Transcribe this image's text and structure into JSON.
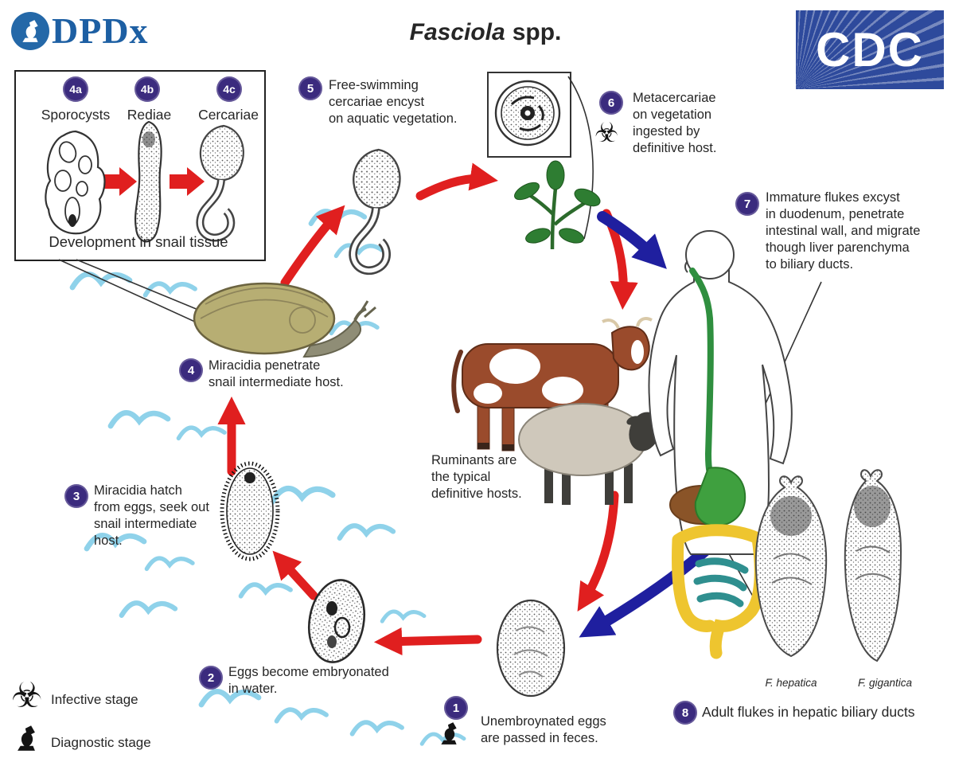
{
  "header": {
    "logo_dpdx": "DPDx",
    "title_species": "Fasciola",
    "title_suffix": "spp.",
    "logo_cdc": "CDC"
  },
  "inset": {
    "stages": [
      {
        "badge": "4a",
        "label": "Sporocysts"
      },
      {
        "badge": "4b",
        "label": "Rediae"
      },
      {
        "badge": "4c",
        "label": "Cercariae"
      }
    ],
    "caption": "Development in snail tissue"
  },
  "steps": [
    {
      "num": "1",
      "text": "Unembroynated eggs\nare passed in feces."
    },
    {
      "num": "2",
      "text": "Eggs become embryonated\nin water."
    },
    {
      "num": "3",
      "text": "Miracidia hatch\nfrom eggs, seek out\nsnail intermediate\nhost."
    },
    {
      "num": "4",
      "text": "Miracidia penetrate\nsnail intermediate host."
    },
    {
      "num": "5",
      "text": "Free-swimming\ncercariae encyst\non aquatic vegetation."
    },
    {
      "num": "6",
      "text": "Metacercariae\non vegetation\ningested by\ndefinitive host."
    },
    {
      "num": "7",
      "text": "Immature flukes excyst\nin duodenum, penetrate\nintestinal wall, and migrate\nthough liver parenchyma\nto biliary ducts."
    },
    {
      "num": "8",
      "text": "Adult flukes in hepatic biliary ducts"
    }
  ],
  "notes": {
    "ruminants": "Ruminants are\nthe typical\ndefinitive hosts.",
    "fluke_left": "F. hepatica",
    "fluke_right": "F. gigantica"
  },
  "legend": [
    {
      "icon": "biohazard-icon",
      "label": "Infective stage"
    },
    {
      "icon": "microscope-icon",
      "label": "Diagnostic stage"
    }
  ],
  "icons": {
    "biohazard_glyph": "☣"
  },
  "colors": {
    "badge_purple": "#3b2b7e",
    "arrow_red": "#e01f1f",
    "arrow_blue": "#1f1f9f",
    "wave_blue": "#8fd2ea",
    "cdc_blue": "#2e4a9c",
    "dpdx_blue": "#1d5fa3",
    "plant_green": "#2e7d32",
    "snail_shell": "#b7ae73",
    "cow_brown": "#9a4b2c",
    "sheep_grey": "#cfc8bb",
    "liver_brown": "#8a5428",
    "stomach_green": "#3fa03f",
    "intestine_yellow": "#eec52f",
    "intestine_teal": "#2f8f8f"
  }
}
